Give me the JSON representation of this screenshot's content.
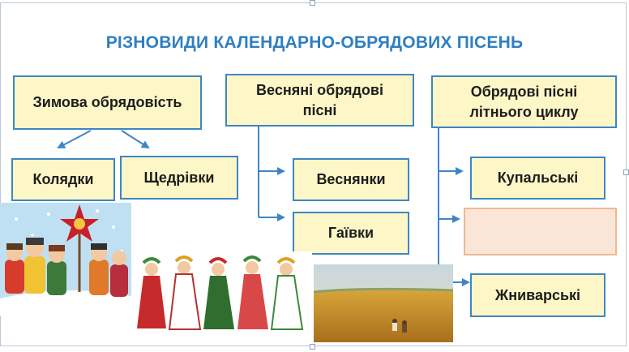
{
  "diagram": {
    "title": "РІЗНОВИДИ КАЛЕНДАРНО-ОБРЯДОВИХ ПІСЕНЬ",
    "colors": {
      "title": "#2f7fc1",
      "box_fill": "#fdf6c6",
      "box_border": "#3d86c6",
      "empty_box_fill": "#fae6d6",
      "empty_box_border": "#f0b890",
      "arrow": "#3d86c6"
    },
    "categories": {
      "winter": {
        "label": "Зимова обрядовість",
        "children": [
          "Колядки",
          "Щедрівки"
        ]
      },
      "spring": {
        "label": "Весняні обрядові пісні",
        "children": [
          "Веснянки",
          "Гаївки"
        ]
      },
      "summer": {
        "label": "Обрядові пісні літнього циклу",
        "children": [
          "Купальські",
          "",
          "Жниварські"
        ]
      }
    },
    "images": [
      "carolers-illustration",
      "dancing-girls-illustration",
      "wheat-field-photo"
    ]
  }
}
